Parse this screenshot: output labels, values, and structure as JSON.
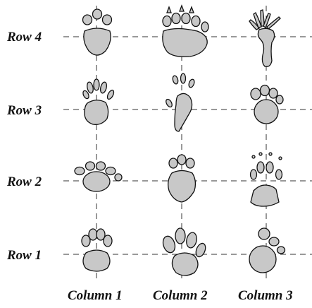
{
  "rows": [
    {
      "label": "Row 4"
    },
    {
      "label": "Row 3"
    },
    {
      "label": "Row 2"
    },
    {
      "label": "Row 1"
    }
  ],
  "columns": [
    {
      "label": "Column 1"
    },
    {
      "label": "Column 2"
    },
    {
      "label": "Column 3"
    }
  ],
  "colors": {
    "track_fill": "#c8c8c8",
    "outline": "#111111",
    "guide": "#333333"
  }
}
